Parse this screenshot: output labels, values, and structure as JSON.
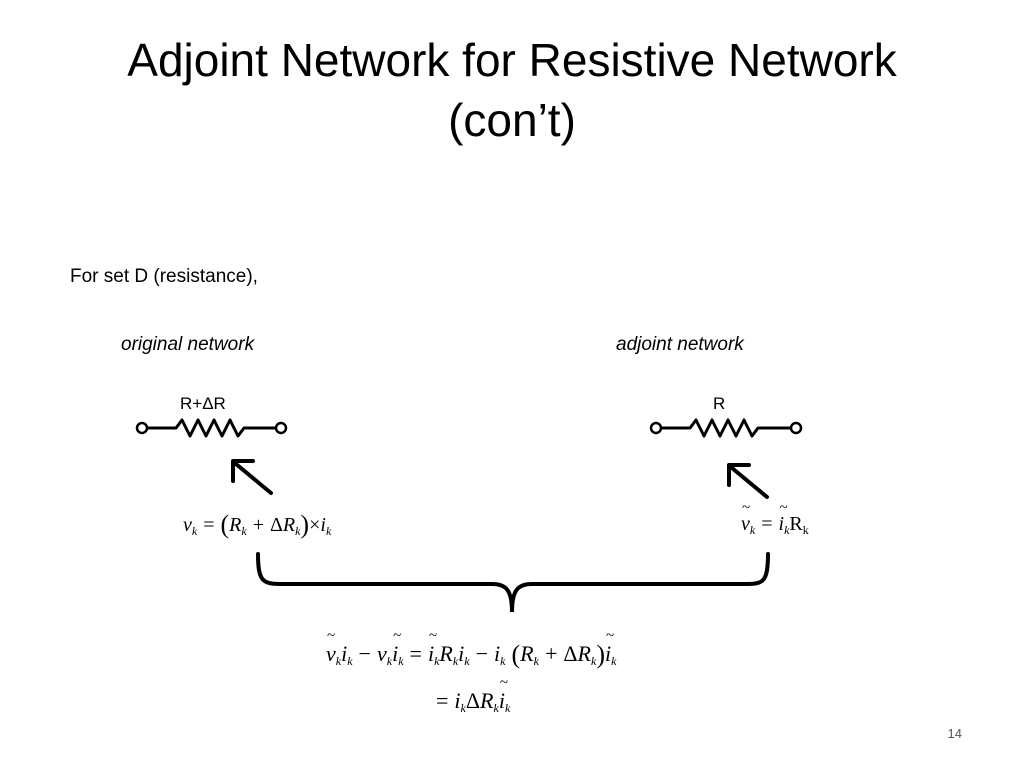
{
  "slide": {
    "title_line1": "Adjoint Network for Resistive Network",
    "title_line2": "(con’t)",
    "intro": "For set D (resistance),",
    "original_label": "original network",
    "adjoint_label": "adjoint network",
    "original_resistor": "R+ΔR",
    "adjoint_resistor": "R",
    "page_number": "14"
  }
}
